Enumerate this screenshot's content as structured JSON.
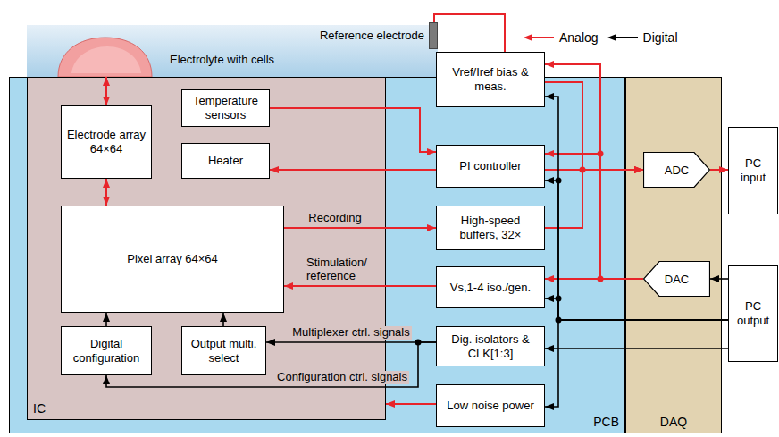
{
  "diagram": {
    "nodes": [
      {
        "text": [
          "Electrolyte with cells"
        ]
      },
      {
        "text": [
          "Reference electrode"
        ],
        "in": 0
      },
      {
        "text": [
          "PCB"
        ]
      },
      {
        "text": [
          "IC"
        ],
        "in": 2
      },
      {
        "text": [
          "Electrode array 64×64"
        ],
        "in": 3
      },
      {
        "text": [
          "Temperature sensors"
        ],
        "in": 3
      },
      {
        "text": [
          "Heater"
        ],
        "in": 3
      },
      {
        "text": [
          "Pixel array 64×64"
        ],
        "in": 3
      },
      {
        "text": [
          "Digital configuration"
        ],
        "in": 3
      },
      {
        "text": [
          "Output multi. select"
        ],
        "in": 3
      },
      {
        "text": [
          "Vref/Iref bias & meas."
        ],
        "in": 2
      },
      {
        "text": [
          "PI controller"
        ],
        "in": 2
      },
      {
        "text": [
          "High-speed buffers, 32×"
        ],
        "in": 2
      },
      {
        "text": [
          "Vs,1-4 iso./gen."
        ],
        "in": 2
      },
      {
        "text": [
          "Dig. isolators & CLK[1:3]"
        ],
        "in": 2
      },
      {
        "text": [
          "Low noise power"
        ],
        "in": 2
      },
      {
        "text": [
          "DAQ"
        ]
      },
      {
        "text": [
          "ADC"
        ],
        "in": 16
      },
      {
        "text": [
          "DAC"
        ],
        "in": 16
      },
      {
        "text": [
          "PC input"
        ]
      },
      {
        "text": [
          "PC output"
        ]
      }
    ],
    "edges": [
      {
        "from": 4,
        "to": 0,
        "arrow": "both"
      },
      {
        "from": 4,
        "to": 7,
        "arrow": "both"
      },
      {
        "from": 10,
        "to": 1,
        "arrow": "none"
      },
      {
        "from": 5,
        "to": 11,
        "arrow": "to"
      },
      {
        "from": 11,
        "to": 6,
        "arrow": "to"
      },
      {
        "from": 7,
        "to": 12,
        "label": "Recording",
        "arrow": "to"
      },
      {
        "from": 13,
        "to": 7,
        "label": "Stimulation/ reference",
        "arrow": "to"
      },
      {
        "from": 14,
        "to": 9,
        "label": "Multiplexer ctrl. signals",
        "arrow": "to"
      },
      {
        "from": 14,
        "to": 8,
        "label": "Configuration ctrl. signals",
        "arrow": "to"
      },
      {
        "from": 8,
        "to": 7,
        "arrow": "to"
      },
      {
        "from": 9,
        "to": 7,
        "arrow": "to"
      },
      {
        "from": 15,
        "to": 3,
        "arrow": "to"
      },
      {
        "from": 10,
        "to": 17,
        "arrow": "to"
      },
      {
        "from": 11,
        "to": 17,
        "arrow": "to"
      },
      {
        "from": 12,
        "to": 17,
        "arrow": "to"
      },
      {
        "from": 17,
        "to": 19,
        "arrow": "to"
      },
      {
        "from": 20,
        "to": 18,
        "arrow": "to"
      },
      {
        "from": 18,
        "to": 10,
        "arrow": "to"
      },
      {
        "from": 18,
        "to": 11,
        "arrow": "to"
      },
      {
        "from": 18,
        "to": 13,
        "arrow": "to"
      },
      {
        "from": 20,
        "to": 14,
        "arrow": "to"
      },
      {
        "from": 20,
        "to": 10,
        "arrow": "to"
      },
      {
        "from": 20,
        "to": 11,
        "arrow": "to"
      },
      {
        "from": 20,
        "to": 13,
        "arrow": "to"
      },
      {
        "from": 20,
        "to": 15,
        "arrow": "to"
      }
    ],
    "legend": [
      {
        "text": "Analog"
      },
      {
        "text": "Digital"
      }
    ]
  }
}
